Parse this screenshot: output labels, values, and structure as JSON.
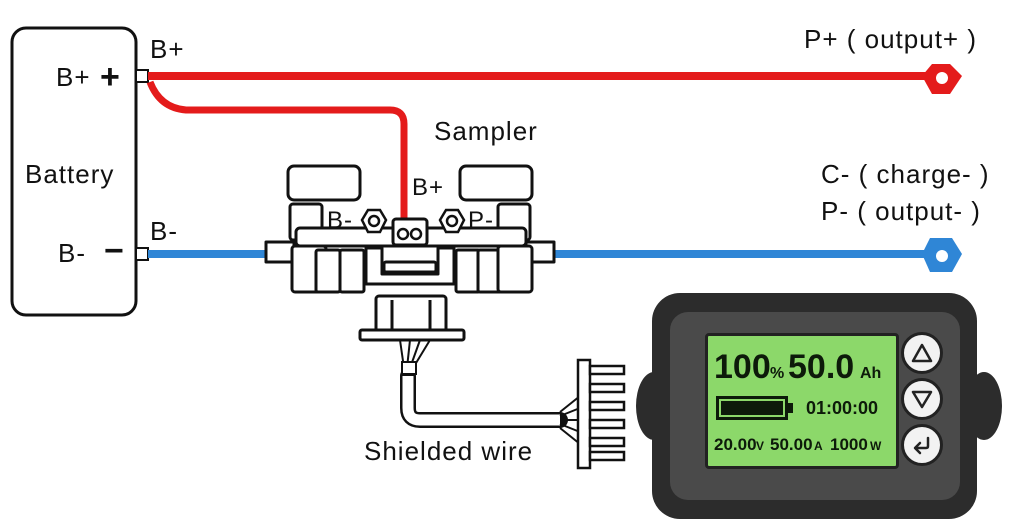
{
  "battery": {
    "title": "Battery",
    "pos_label": "B+",
    "neg_label": "B-",
    "pos_symbol": "+",
    "neg_symbol": "−"
  },
  "wires": {
    "top_b_plus": "B+",
    "left_b_minus": "B-",
    "positive_color": "#e41b1b",
    "negative_color": "#2f86d6"
  },
  "sampler": {
    "title": "Sampler",
    "b_plus": "B+",
    "b_minus": "B-",
    "p_minus": "P-"
  },
  "outputs": {
    "p_plus": "P+ ( output+ )",
    "c_minus": "C- ( charge- )",
    "p_minus": "P- ( output- )"
  },
  "cable": {
    "label": "Shielded wire"
  },
  "meter": {
    "percent": "100",
    "percent_unit": "%",
    "capacity": "50.0",
    "capacity_unit": "Ah",
    "time": "01:00:00",
    "voltage": "20.00",
    "voltage_unit": "V",
    "current": "50.00",
    "current_unit": "A",
    "power": "1000",
    "power_unit": "W",
    "battery_level": 1.0,
    "buttons": [
      "up-icon",
      "down-icon",
      "enter-icon"
    ],
    "lcd_color": "#8cd86a"
  }
}
